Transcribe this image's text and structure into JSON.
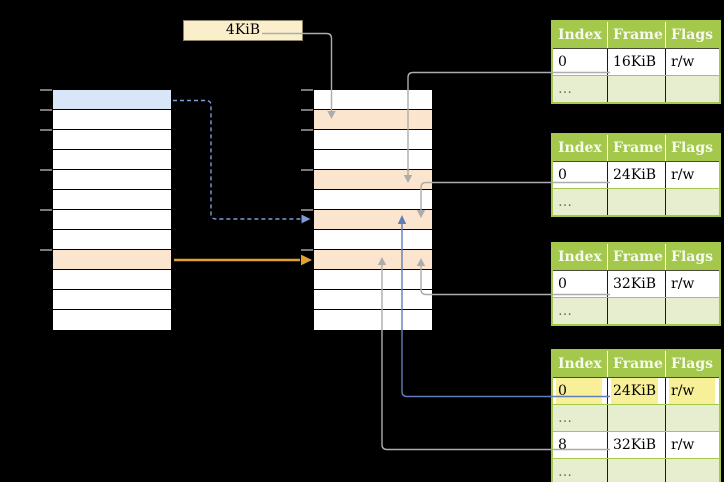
{
  "page_size_label": "4KiB",
  "colors": {
    "background": "#000000",
    "table_header_green": "#A3C84C",
    "table_row_light_green": "#E6EECF",
    "memory_highlight_orange": "#FCE5CE",
    "memory_highlight_blue": "#D9E6F7",
    "cell_highlight_yellow": "#F8F098",
    "label_box_fill": "#FAEFCA",
    "arrow_gray": "#ACACAC",
    "arrow_blue_solid": "#5F7DB8",
    "arrow_blue_dashed": "#7E9CD8",
    "arrow_orange": "#E2A12F",
    "tick_gray": "#7A7A7A"
  },
  "left_memory_column": {
    "rows": 12,
    "row_colors": {
      "0": "blue",
      "8": "orange"
    }
  },
  "middle_memory_column": {
    "rows": 12,
    "row_colors": {
      "1": "orange",
      "4": "orange",
      "6": "orange",
      "8": "orange"
    }
  },
  "page_tables": [
    {
      "headers": [
        "Index",
        "Frame",
        "Flags"
      ],
      "rows": [
        {
          "index": "0",
          "frame": "16KiB",
          "flags": "r/w",
          "highlight": false
        },
        {
          "index": "…",
          "frame": "",
          "flags": "",
          "highlight": false
        }
      ]
    },
    {
      "headers": [
        "Index",
        "Frame",
        "Flags"
      ],
      "rows": [
        {
          "index": "0",
          "frame": "24KiB",
          "flags": "r/w",
          "highlight": false
        },
        {
          "index": "…",
          "frame": "",
          "flags": "",
          "highlight": false
        }
      ]
    },
    {
      "headers": [
        "Index",
        "Frame",
        "Flags"
      ],
      "rows": [
        {
          "index": "0",
          "frame": "32KiB",
          "flags": "r/w",
          "highlight": false
        },
        {
          "index": "…",
          "frame": "",
          "flags": "",
          "highlight": false
        }
      ]
    },
    {
      "headers": [
        "Index",
        "Frame",
        "Flags"
      ],
      "rows": [
        {
          "index": "0",
          "frame": "24KiB",
          "flags": "r/w",
          "highlight": true
        },
        {
          "index": "…",
          "frame": "",
          "flags": "",
          "highlight": false
        },
        {
          "index": "8",
          "frame": "32KiB",
          "flags": "r/w",
          "highlight": false
        },
        {
          "index": "…",
          "frame": "",
          "flags": "",
          "highlight": false
        }
      ]
    }
  ]
}
